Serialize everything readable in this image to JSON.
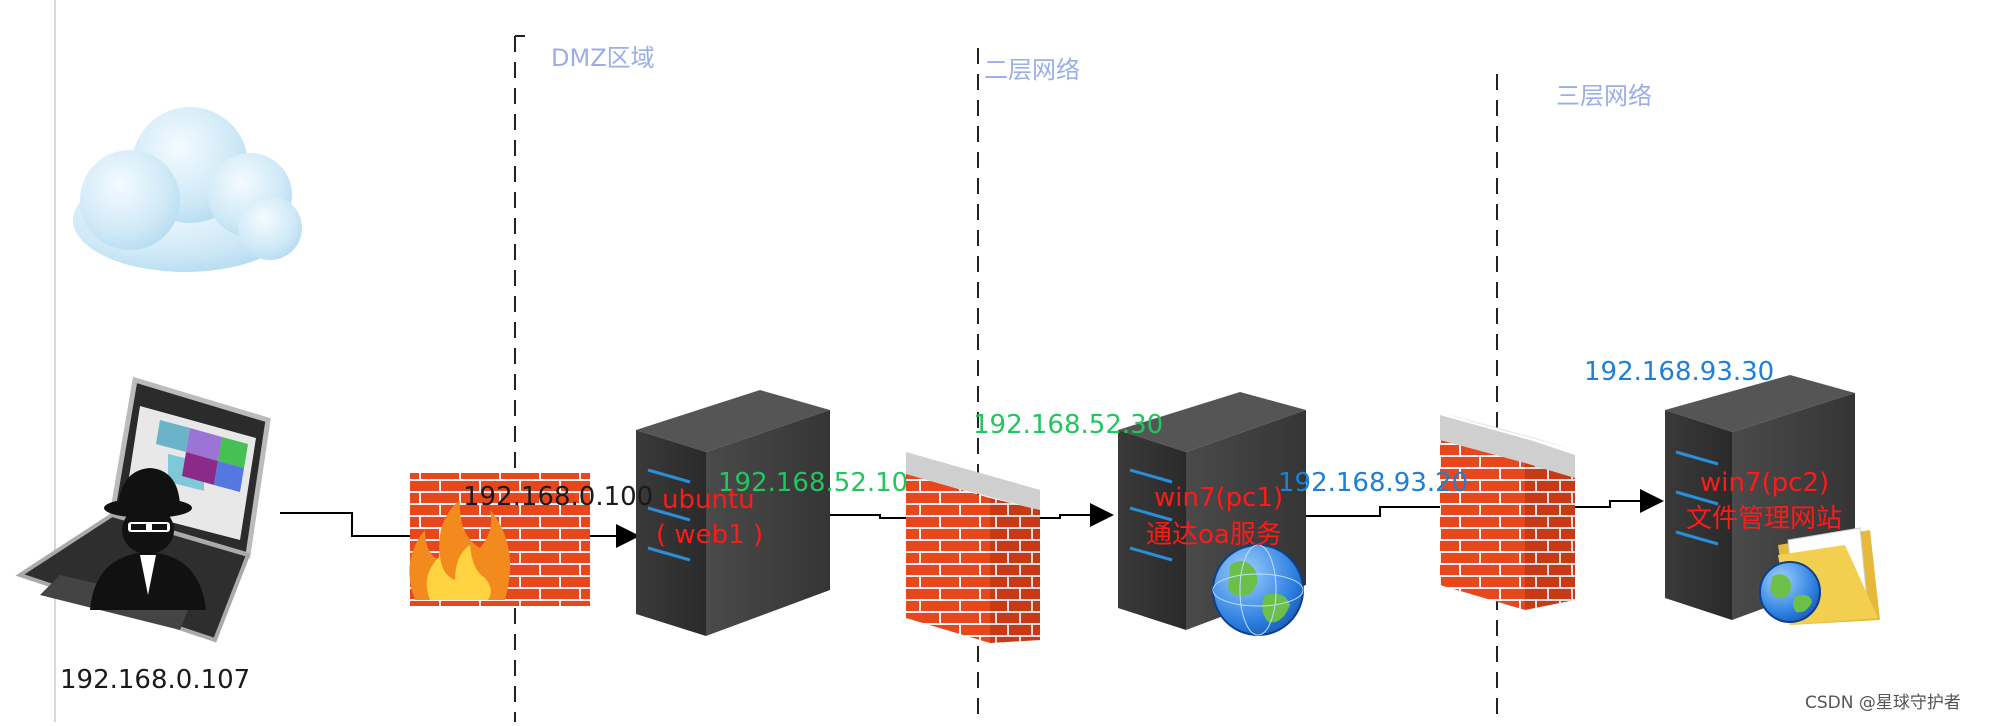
{
  "zones": {
    "dmz": "DMZ区域",
    "layer2": "二层网络",
    "layer3": "三层网络"
  },
  "ips": {
    "attacker": "192.168.0.107",
    "dmz_fw": "192.168.0.100",
    "ubuntu_in": "192.168.52.10",
    "pc1_upper": "192.168.52.30",
    "pc1_right": "192.168.93.20",
    "pc2": "192.168.93.30"
  },
  "hosts": {
    "ubuntu_line1": "ubuntu",
    "ubuntu_line2": "( web1 )",
    "pc1_line1": "win7(pc1)",
    "pc1_line2": "通达oa服务",
    "pc2_line1": "win7(pc2)",
    "pc2_line2": "文件管理网站"
  },
  "watermark": "CSDN @星球守护者",
  "colors": {
    "zone_label": "#9aaee8",
    "ip_green": "#22c55e",
    "ip_blue": "#1f7fd6",
    "host_label": "#ff1a1a",
    "brick": "#e8471c"
  }
}
